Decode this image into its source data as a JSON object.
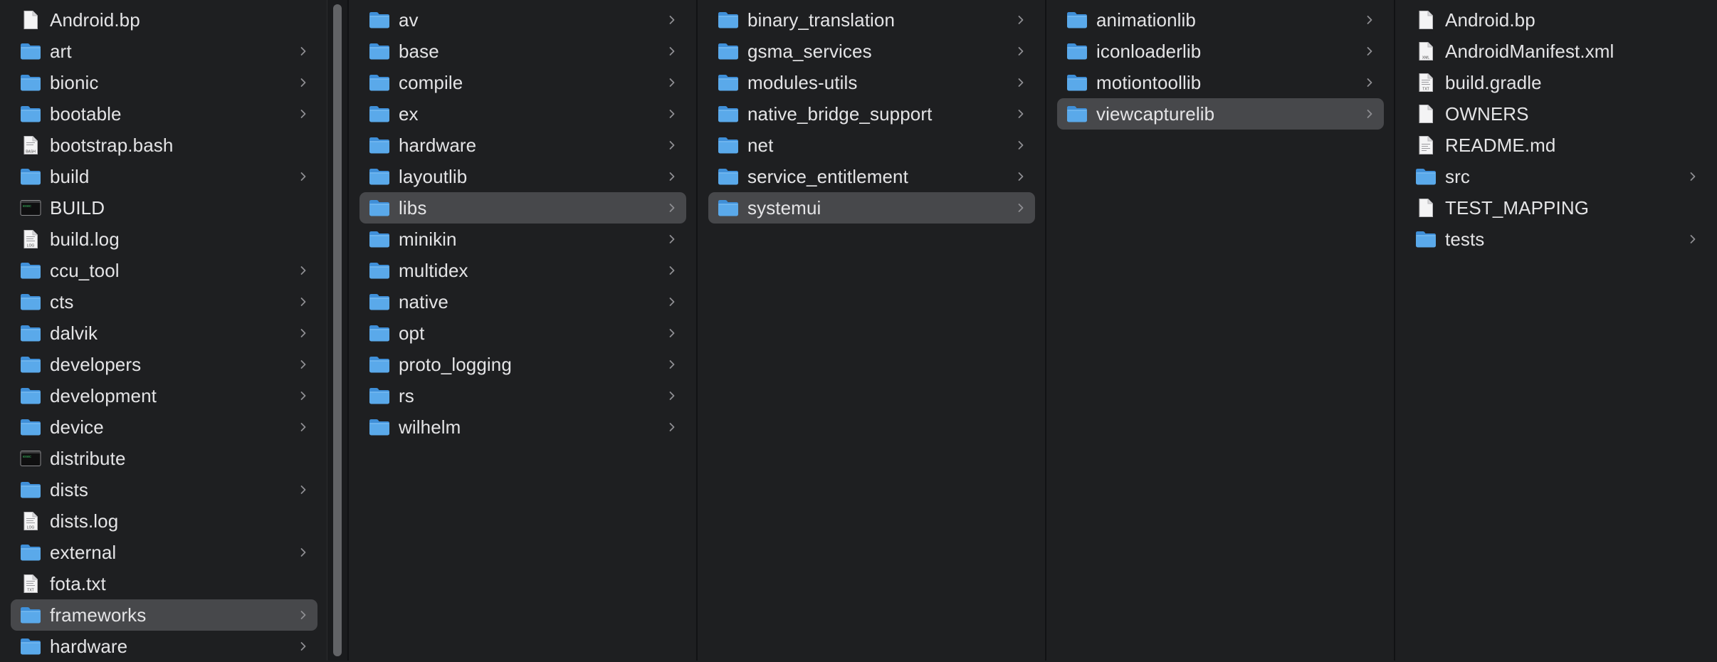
{
  "colors": {
    "folder_body": "#5aa9ea",
    "folder_tab": "#3f8fd8",
    "selection": "#47484b",
    "background": "#1e1f21"
  },
  "columns": [
    {
      "items": [
        {
          "label": "Android.bp",
          "icon": "document-icon",
          "has_children": false
        },
        {
          "label": "art",
          "icon": "folder-icon",
          "has_children": true
        },
        {
          "label": "bionic",
          "icon": "folder-icon",
          "has_children": true
        },
        {
          "label": "bootable",
          "icon": "folder-icon",
          "has_children": true
        },
        {
          "label": "bootstrap.bash",
          "icon": "shell-script-icon",
          "has_children": false
        },
        {
          "label": "build",
          "icon": "folder-icon",
          "has_children": true
        },
        {
          "label": "BUILD",
          "icon": "executable-icon",
          "has_children": false
        },
        {
          "label": "build.log",
          "icon": "log-file-icon",
          "has_children": false
        },
        {
          "label": "ccu_tool",
          "icon": "folder-icon",
          "has_children": true
        },
        {
          "label": "cts",
          "icon": "folder-icon",
          "has_children": true
        },
        {
          "label": "dalvik",
          "icon": "folder-icon",
          "has_children": true
        },
        {
          "label": "developers",
          "icon": "folder-icon",
          "has_children": true
        },
        {
          "label": "development",
          "icon": "folder-icon",
          "has_children": true
        },
        {
          "label": "device",
          "icon": "folder-icon",
          "has_children": true
        },
        {
          "label": "distribute",
          "icon": "executable-icon",
          "has_children": false
        },
        {
          "label": "dists",
          "icon": "folder-icon",
          "has_children": true
        },
        {
          "label": "dists.log",
          "icon": "log-file-icon",
          "has_children": false
        },
        {
          "label": "external",
          "icon": "folder-icon",
          "has_children": true
        },
        {
          "label": "fota.txt",
          "icon": "text-file-icon",
          "has_children": false
        },
        {
          "label": "frameworks",
          "icon": "folder-icon",
          "has_children": true,
          "selected": true
        },
        {
          "label": "hardware",
          "icon": "folder-icon",
          "has_children": true
        }
      ]
    },
    {
      "items": [
        {
          "label": "av",
          "icon": "folder-icon",
          "has_children": true
        },
        {
          "label": "base",
          "icon": "folder-icon",
          "has_children": true
        },
        {
          "label": "compile",
          "icon": "folder-icon",
          "has_children": true
        },
        {
          "label": "ex",
          "icon": "folder-icon",
          "has_children": true
        },
        {
          "label": "hardware",
          "icon": "folder-icon",
          "has_children": true
        },
        {
          "label": "layoutlib",
          "icon": "folder-icon",
          "has_children": true
        },
        {
          "label": "libs",
          "icon": "folder-icon",
          "has_children": true,
          "selected": true
        },
        {
          "label": "minikin",
          "icon": "folder-icon",
          "has_children": true
        },
        {
          "label": "multidex",
          "icon": "folder-icon",
          "has_children": true
        },
        {
          "label": "native",
          "icon": "folder-icon",
          "has_children": true
        },
        {
          "label": "opt",
          "icon": "folder-icon",
          "has_children": true
        },
        {
          "label": "proto_logging",
          "icon": "folder-icon",
          "has_children": true
        },
        {
          "label": "rs",
          "icon": "folder-icon",
          "has_children": true
        },
        {
          "label": "wilhelm",
          "icon": "folder-icon",
          "has_children": true
        }
      ]
    },
    {
      "items": [
        {
          "label": "binary_translation",
          "icon": "folder-icon",
          "has_children": true
        },
        {
          "label": "gsma_services",
          "icon": "folder-icon",
          "has_children": true
        },
        {
          "label": "modules-utils",
          "icon": "folder-icon",
          "has_children": true
        },
        {
          "label": "native_bridge_support",
          "icon": "folder-icon",
          "has_children": true
        },
        {
          "label": "net",
          "icon": "folder-icon",
          "has_children": true
        },
        {
          "label": "service_entitlement",
          "icon": "folder-icon",
          "has_children": true
        },
        {
          "label": "systemui",
          "icon": "folder-icon",
          "has_children": true,
          "selected": true
        }
      ]
    },
    {
      "items": [
        {
          "label": "animationlib",
          "icon": "folder-icon",
          "has_children": true
        },
        {
          "label": "iconloaderlib",
          "icon": "folder-icon",
          "has_children": true
        },
        {
          "label": "motiontoollib",
          "icon": "folder-icon",
          "has_children": true
        },
        {
          "label": "viewcapturelib",
          "icon": "folder-icon",
          "has_children": true,
          "selected": true
        }
      ]
    },
    {
      "items": [
        {
          "label": "Android.bp",
          "icon": "document-icon",
          "has_children": false
        },
        {
          "label": "AndroidManifest.xml",
          "icon": "xml-file-icon",
          "has_children": false
        },
        {
          "label": "build.gradle",
          "icon": "text-file-icon",
          "has_children": false
        },
        {
          "label": "OWNERS",
          "icon": "document-icon",
          "has_children": false
        },
        {
          "label": "README.md",
          "icon": "markdown-file-icon",
          "has_children": false
        },
        {
          "label": "src",
          "icon": "folder-icon",
          "has_children": true
        },
        {
          "label": "TEST_MAPPING",
          "icon": "document-icon",
          "has_children": false
        },
        {
          "label": "tests",
          "icon": "folder-icon",
          "has_children": true
        }
      ]
    }
  ]
}
